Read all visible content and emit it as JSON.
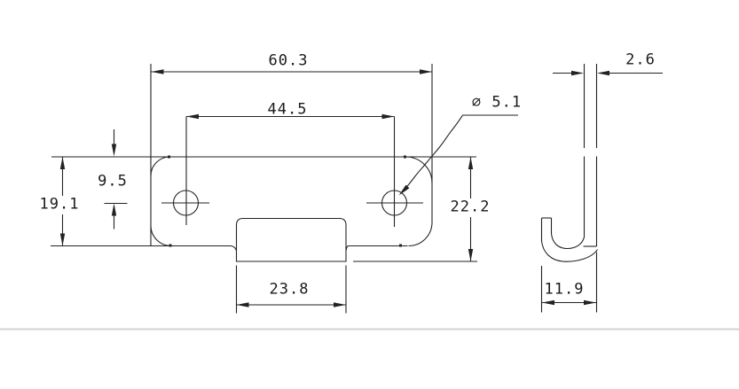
{
  "drawing": {
    "front_view": {
      "overall_width": "60.3",
      "hole_spacing": "44.5",
      "hole_diameter": "∅ 5.1",
      "top_edge_to_hole": "9.5",
      "plate_height": "19.1",
      "total_height": "22.2",
      "tab_width": "23.8"
    },
    "side_view": {
      "thickness": "2.6",
      "hook_width": "11.9"
    },
    "colors": {
      "line": "#222222",
      "text": "#1a1a1a",
      "page_divider": "#d7d7d7",
      "background": "#ffffff"
    }
  }
}
